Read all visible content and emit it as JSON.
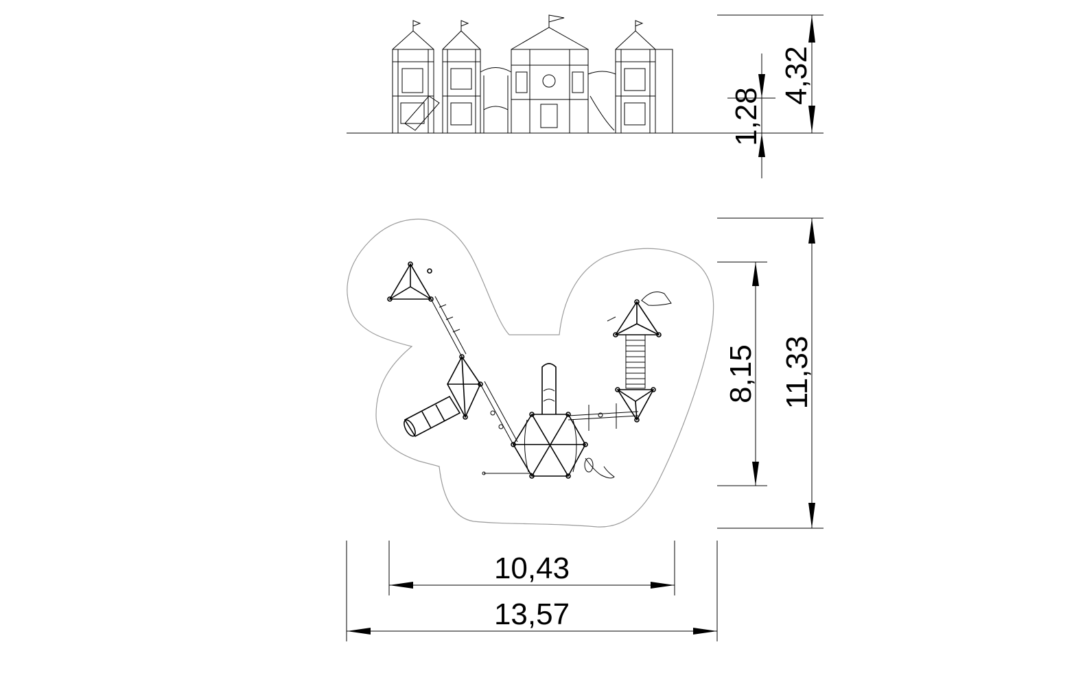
{
  "dimensions": {
    "elevation_total_height": "4,32",
    "elevation_platform_height": "1,28",
    "plan_inner_depth": "8,15",
    "plan_outer_depth": "11,33",
    "plan_inner_width": "10,43",
    "plan_outer_width": "13,57"
  }
}
